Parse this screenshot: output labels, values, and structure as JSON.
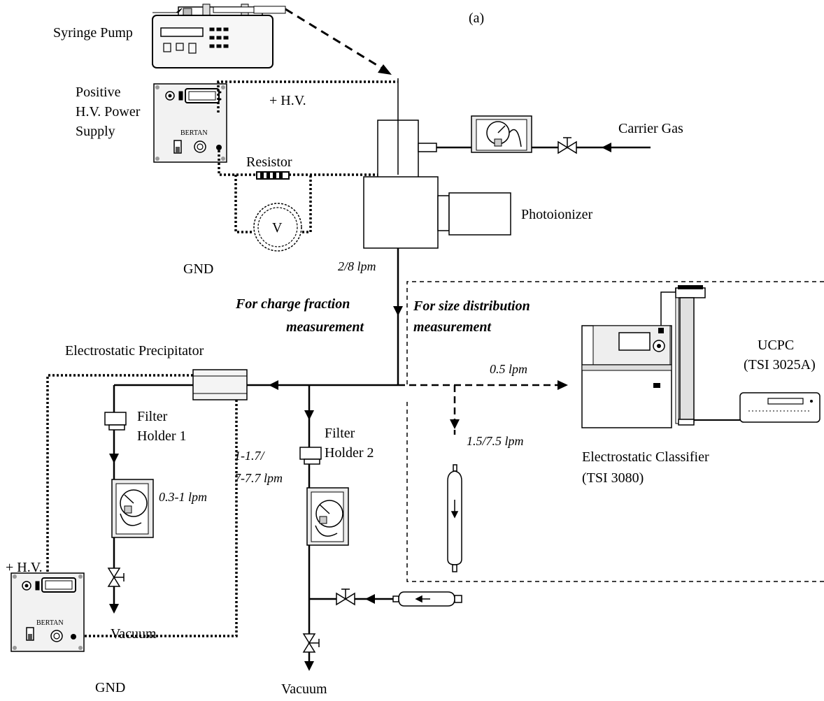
{
  "panel_label": "(a)",
  "labels": {
    "syringe_pump": "Syringe Pump",
    "positive_hv_1": "Positive",
    "positive_hv_2": "H.V. Power",
    "positive_hv_3": "Supply",
    "plus_hv_top": "+ H.V.",
    "carrier_gas": "Carrier Gas",
    "resistor": "Resistor",
    "voltmeter": "V",
    "photoionizer": "Photoionizer",
    "gnd_top": "GND",
    "flow_main": "2/8 lpm",
    "charge_fraction_1": "For charge fraction",
    "charge_fraction_2": "measurement",
    "size_dist_1": "For size distribution",
    "size_dist_2": "measurement",
    "electrostatic_precipitator": "Electrostatic Precipitator",
    "ucpc_1": "UCPC",
    "ucpc_2": "(TSI 3025A)",
    "flow_classifier": "0.5 lpm",
    "filter_holder_1a": "Filter",
    "filter_holder_1b": "Holder 1",
    "filter_holder_2a": "Filter",
    "filter_holder_2b": "Holder 2",
    "flow_filter_1": "0.3-1 lpm",
    "flow_bypass_1": "1-1.7/",
    "flow_bypass_2": "7-7.7 lpm",
    "flow_excess": "1.5/7.5 lpm",
    "classifier_1": "Electrostatic Classifier",
    "classifier_2": "(TSI 3080)",
    "plus_hv_bottom": "+ H.V.",
    "vacuum_left": "Vacuum",
    "vacuum_right": "Vacuum",
    "gnd_bottom": "GND",
    "brand_1": "BERTAN",
    "brand_2": "BERTAN"
  }
}
